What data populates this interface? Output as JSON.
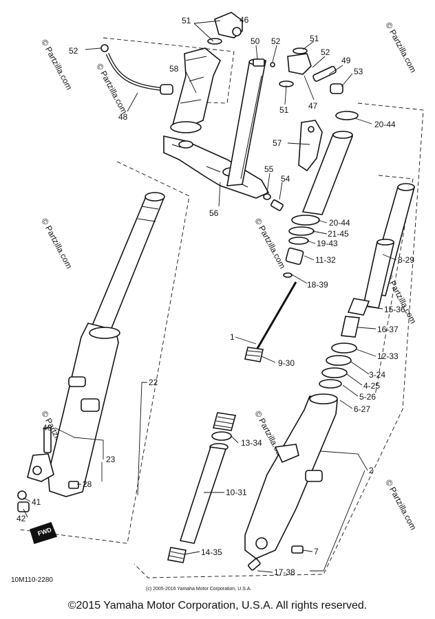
{
  "callouts": [
    {
      "id": "c46",
      "label": "46"
    },
    {
      "id": "c51a",
      "label": "51"
    },
    {
      "id": "c52a",
      "label": "52"
    },
    {
      "id": "c50",
      "label": "50"
    },
    {
      "id": "c52b",
      "label": "52"
    },
    {
      "id": "c51b",
      "label": "51"
    },
    {
      "id": "c52c",
      "label": "52"
    },
    {
      "id": "c49",
      "label": "49"
    },
    {
      "id": "c53",
      "label": "53"
    },
    {
      "id": "c51c",
      "label": "51"
    },
    {
      "id": "c47",
      "label": "47"
    },
    {
      "id": "c58",
      "label": "58"
    },
    {
      "id": "c48",
      "label": "48"
    },
    {
      "id": "c20_44a",
      "label": "20-44"
    },
    {
      "id": "c57",
      "label": "57"
    },
    {
      "id": "c55",
      "label": "55"
    },
    {
      "id": "c54",
      "label": "54"
    },
    {
      "id": "c56",
      "label": "56"
    },
    {
      "id": "c20_44b",
      "label": "20-44"
    },
    {
      "id": "c21_45",
      "label": "21-45"
    },
    {
      "id": "c19_43",
      "label": "19-43"
    },
    {
      "id": "c11_32",
      "label": "11-32"
    },
    {
      "id": "c8_29",
      "label": "8-29"
    },
    {
      "id": "c18_39",
      "label": "18-39"
    },
    {
      "id": "c15_36",
      "label": "15-36"
    },
    {
      "id": "c16_37",
      "label": "16-37"
    },
    {
      "id": "c1",
      "label": "1"
    },
    {
      "id": "c9_30",
      "label": "9-30"
    },
    {
      "id": "c12_33",
      "label": "12-33"
    },
    {
      "id": "c3_24",
      "label": "3-24"
    },
    {
      "id": "c4_25",
      "label": "4-25"
    },
    {
      "id": "c5_26",
      "label": "5-26"
    },
    {
      "id": "c6_27",
      "label": "6-27"
    },
    {
      "id": "c22",
      "label": "22"
    },
    {
      "id": "c13_34",
      "label": "13-34"
    },
    {
      "id": "c2",
      "label": "2"
    },
    {
      "id": "c40",
      "label": "40"
    },
    {
      "id": "c23",
      "label": "23"
    },
    {
      "id": "c28",
      "label": "28"
    },
    {
      "id": "c10_31",
      "label": "10-31"
    },
    {
      "id": "c41",
      "label": "41"
    },
    {
      "id": "c42",
      "label": "42"
    },
    {
      "id": "c14_35",
      "label": "14-35"
    },
    {
      "id": "c7",
      "label": "7"
    },
    {
      "id": "c17_38",
      "label": "17-38"
    }
  ],
  "fwd_label": "FWD",
  "diagram_code": "10M110-2280",
  "small_copyright": "(c) 2005-2016 Yamaha Motor Corporation, U.S.A.",
  "watermark": "© Partzilla.com",
  "footer_copyright": "©2015 Yamaha Motor Corporation, U.S.A. All rights reserved."
}
